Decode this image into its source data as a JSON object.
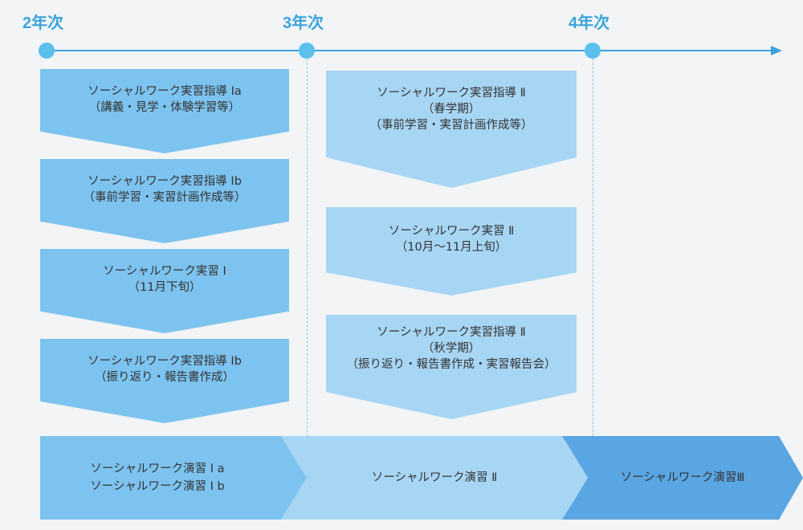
{
  "timeline": {
    "years": [
      "2年次",
      "3年次",
      "4年次"
    ]
  },
  "courses_year2": [
    {
      "lines": [
        "ソーシャルワーク実習指導 Ⅰa",
        "（講義・見学・体験学習等）"
      ]
    },
    {
      "lines": [
        "ソーシャルワーク実習指導 Ⅰb",
        "（事前学習・実習計画作成等）"
      ]
    },
    {
      "lines": [
        "ソーシャルワーク実習 Ⅰ",
        "（11月下旬）"
      ]
    },
    {
      "lines": [
        "ソーシャルワーク実習指導 Ⅰb",
        "（振り返り・報告書作成）"
      ]
    }
  ],
  "courses_year3": [
    {
      "lines": [
        "ソーシャルワーク実習指導 Ⅱ",
        "（春学期）",
        "（事前学習・実習計画作成等）"
      ]
    },
    {
      "lines": [
        "ソーシャルワーク実習 Ⅱ",
        "（10月〜11月上旬）"
      ]
    },
    {
      "lines": [
        "ソーシャルワーク実習指導 Ⅱ",
        "（秋学期）",
        "（振り返り・報告書作成・実習報告会）"
      ]
    }
  ],
  "seminars": [
    {
      "lines": [
        "ソーシャルワーク演習 Ⅰ a",
        "ソーシャルワーク演習 Ⅰ b"
      ]
    },
    {
      "lines": [
        "ソーシャルワーク演習 Ⅱ"
      ]
    },
    {
      "lines": [
        "ソーシャルワーク演習Ⅲ"
      ]
    }
  ],
  "colors": {
    "accent": "#3aa3dc",
    "dot": "#5bc0eb",
    "year2_box": "#7dc3ef",
    "year3_box": "#a7d6f4",
    "seminar_3": "#5aa6e3",
    "background": "#f2f4f5"
  }
}
